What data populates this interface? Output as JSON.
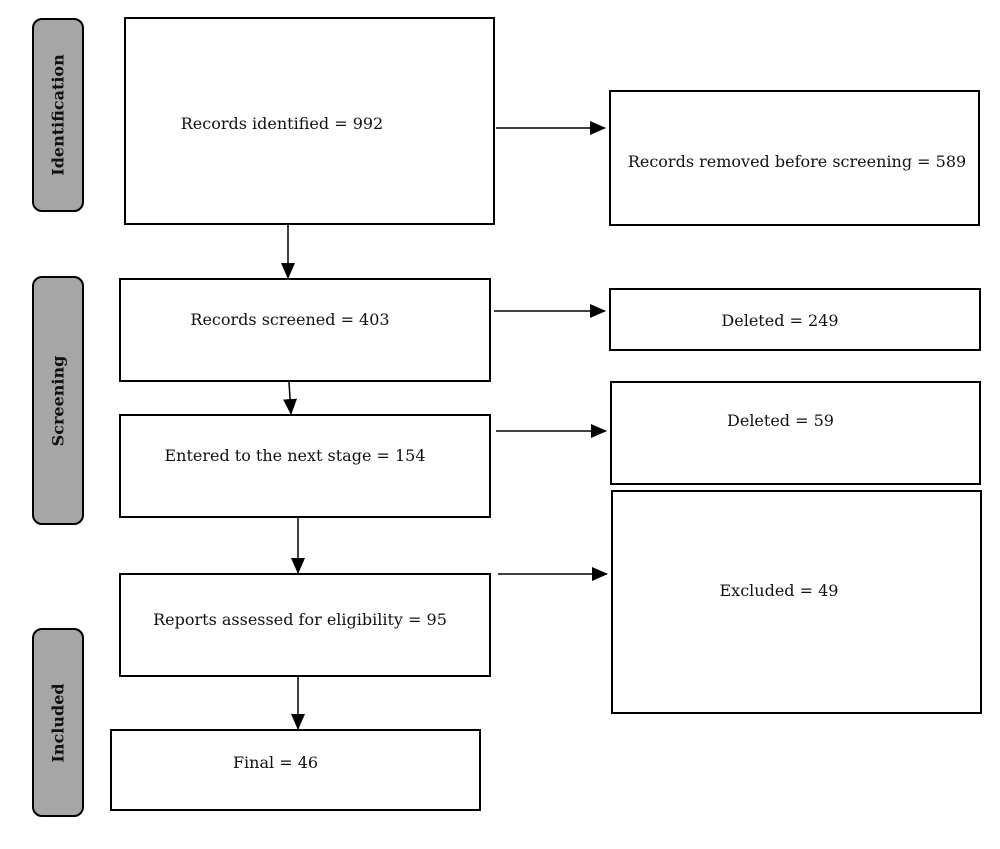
{
  "phases": {
    "identification": "Identification",
    "screening": "Screening",
    "included": "Included"
  },
  "boxes": {
    "records_identified": "Records identified = 992",
    "records_removed": "Records removed before screening = 589",
    "records_screened": "Records screened = 403",
    "deleted_1": "Deleted = 249",
    "entered_next_stage": "Entered to the next stage = 154",
    "deleted_2": "Deleted = 59",
    "reports_assessed": "Reports assessed for eligibility = 95",
    "excluded": "Excluded = 49",
    "final": "Final = 46"
  }
}
